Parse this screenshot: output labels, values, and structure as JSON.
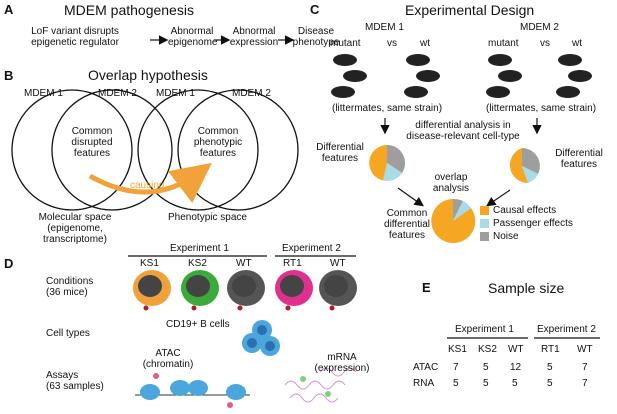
{
  "panel_a": {
    "letter": "A",
    "title": "MDEM pathogenesis",
    "steps": [
      "LoF variant disrupts\nepigenetic regulator",
      "Abnormal\nepigenome",
      "Abnormal\nexpression",
      "Disease\nphenotype"
    ]
  },
  "panel_b": {
    "letter": "B",
    "title": "Overlap hypothesis",
    "left_mdem1": "MDEM 1",
    "left_mdem2": "MDEM 2",
    "right_mdem1": "MDEM 1",
    "right_mdem2": "MDEM 2",
    "left_center": "Common\ndisrupted\nfeatures",
    "right_center": "Common\nphenotypic\nfeatures",
    "causing": "causing",
    "left_caption": "Molecular space\n(epigenome,\ntranscriptome)",
    "right_caption": "Phenotypic space",
    "arrow_color": "#f2a23a"
  },
  "panel_c": {
    "letter": "C",
    "title": "Experimental Design",
    "mdem1": "MDEM 1",
    "mdem2": "MDEM 2",
    "mutant": "mutant",
    "vs": "vs",
    "wt": "wt",
    "littermates": "(littermates, same strain)",
    "diff_analysis": "differential analysis in\ndisease-relevant cell-type",
    "diff_features_left": "Differential\nfeatures",
    "diff_features_right": "Differential\nfeatures",
    "overlap": "overlap\nanalysis",
    "common": "Common\ndifferential\nfeatures",
    "legend": [
      {
        "label": "Causal effects",
        "color": "#f5a623"
      },
      {
        "label": "Passenger effects",
        "color": "#a8dbe8"
      },
      {
        "label": "Noise",
        "color": "#9e9e9e"
      }
    ]
  },
  "panel_d": {
    "letter": "D",
    "experiment1": "Experiment 1",
    "experiment2": "Experiment 2",
    "groups": [
      "KS1",
      "KS2",
      "WT",
      "RT1",
      "WT"
    ],
    "group_colors": [
      "#f0a13a",
      "#3aaa3a",
      "#555555",
      "#e0308f",
      "#555555"
    ],
    "conditions": "Conditions\n(36 mice)",
    "cell_types": "Cell types",
    "cd19": "CD19+ B cells",
    "assays": "Assays\n(63 samples)",
    "atac": "ATAC\n(chromatin)",
    "mrna": "mRNA\n(expression)"
  },
  "panel_e": {
    "letter": "E",
    "title": "Sample size",
    "experiment1": "Experiment 1",
    "experiment2": "Experiment 2",
    "columns": [
      "KS1",
      "KS2",
      "WT",
      "RT1",
      "WT"
    ],
    "rows": [
      {
        "label": "ATAC",
        "values": [
          "7",
          "5",
          "12",
          "5",
          "7"
        ]
      },
      {
        "label": "RNA",
        "values": [
          "5",
          "5",
          "5",
          "5",
          "7"
        ]
      }
    ]
  }
}
